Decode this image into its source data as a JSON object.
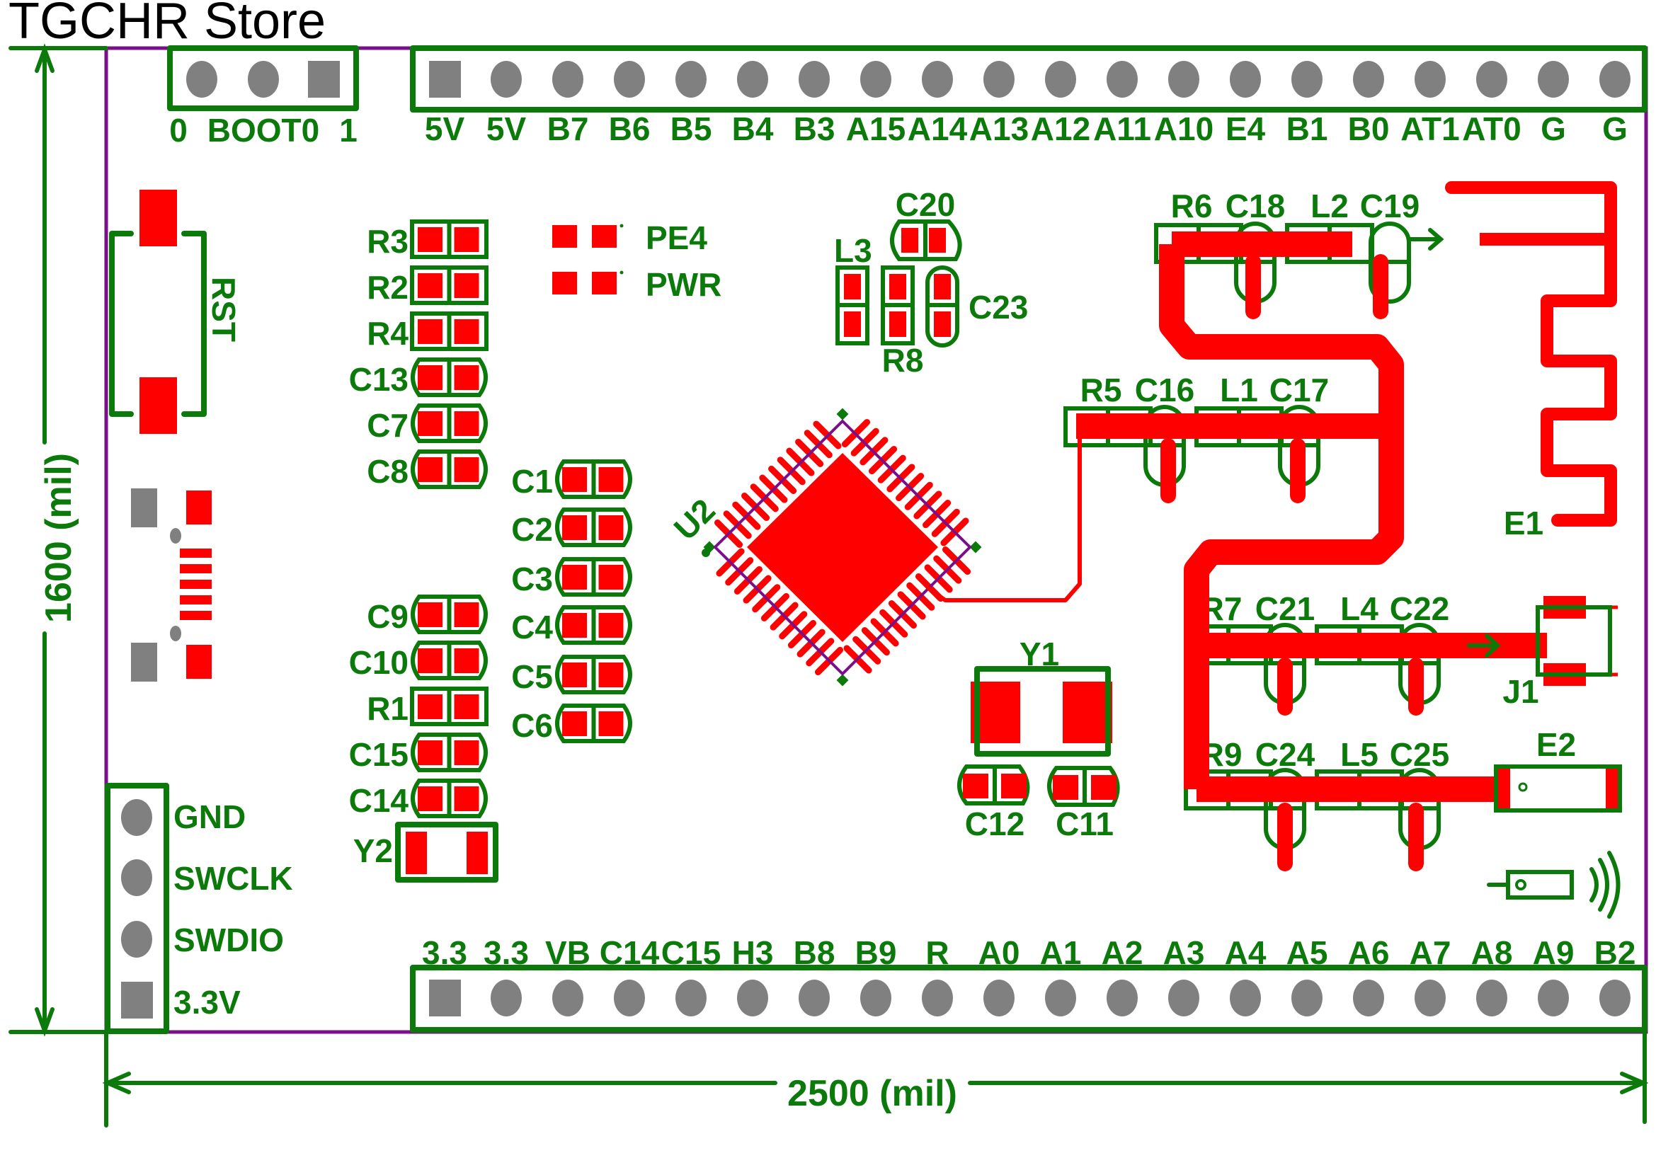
{
  "title": "TGCHR Store",
  "dimensions": {
    "width_label": "2500 (mil)",
    "height_label": "1600 (mil)"
  },
  "colors": {
    "silkscreen": "#0b7a0b",
    "copper": "#ff0000",
    "board_outline": "#7a0f8a",
    "through_hole": "#808080"
  },
  "boot_header": {
    "labels": [
      "0",
      "BOOT0",
      "1"
    ]
  },
  "top_header": {
    "pins": [
      "5V",
      "5V",
      "B7",
      "B6",
      "B5",
      "B4",
      "B3",
      "A15",
      "A14",
      "A13",
      "A12",
      "A11",
      "A10",
      "E4",
      "B1",
      "B0",
      "AT1",
      "AT0",
      "G",
      "G"
    ]
  },
  "bottom_header": {
    "pins": [
      "3.3",
      "3.3",
      "VB",
      "C14",
      "C15",
      "H3",
      "B8",
      "B9",
      "R",
      "A0",
      "A1",
      "A2",
      "A3",
      "A4",
      "A5",
      "A6",
      "A7",
      "A8",
      "A9",
      "B2"
    ]
  },
  "swd_header": {
    "pins": [
      "GND",
      "SWCLK",
      "SWDIO",
      "3.3V"
    ]
  },
  "components": {
    "reset_button": "RST",
    "left_column": [
      "R3",
      "R2",
      "R4",
      "C13",
      "C7",
      "C8"
    ],
    "left_column_lower": [
      "C9",
      "C10",
      "R1",
      "C15",
      "C14"
    ],
    "crystal_low": "Y2",
    "mid_column": [
      "C1",
      "C2",
      "C3",
      "C4",
      "C5",
      "C6"
    ],
    "leds": [
      "PE4",
      "PWR"
    ],
    "mcu": "U2",
    "cluster_top": [
      "C20",
      "L3",
      "R8",
      "C23"
    ],
    "crystal_main": "Y1",
    "crystal_caps": [
      "C12",
      "C11"
    ],
    "rf_chain_1": [
      "R6",
      "C18",
      "L2",
      "C19"
    ],
    "rf_chain_2": [
      "R5",
      "C16",
      "L1",
      "C17"
    ],
    "rf_chain_3": [
      "R7",
      "C21",
      "L4",
      "C22"
    ],
    "rf_chain_4": [
      "R9",
      "C24",
      "L5",
      "C25"
    ],
    "antenna_pcb": "E1",
    "connector": "J1",
    "antenna_chip": "E2"
  }
}
